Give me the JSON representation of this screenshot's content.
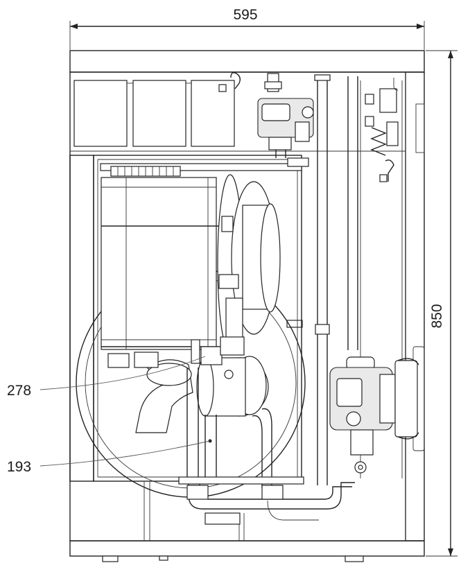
{
  "dimensions": {
    "width_label": "595",
    "height_label": "850"
  },
  "callouts": [
    {
      "id": "278",
      "text": "278"
    },
    {
      "id": "193",
      "text": "193"
    }
  ]
}
